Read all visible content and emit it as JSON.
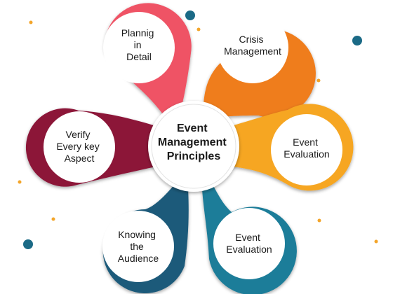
{
  "center": {
    "lines": [
      "Event",
      "Management",
      "Principles"
    ]
  },
  "petals": [
    {
      "id": "planning",
      "color": "#ef5365",
      "lines": [
        "Plannig",
        "in",
        "Detail"
      ]
    },
    {
      "id": "crisis",
      "color": "#ef7d1e",
      "lines": [
        "Crisis",
        "Management"
      ]
    },
    {
      "id": "evaluation-right",
      "color": "#f6a623",
      "lines": [
        "Event",
        "Evaluation"
      ]
    },
    {
      "id": "evaluation-bottom",
      "color": "#1f7d99",
      "lines": [
        "Event",
        "Evaluation"
      ]
    },
    {
      "id": "audience",
      "color": "#1a5a7a",
      "lines": [
        "Knowing",
        "the",
        "Audience"
      ]
    },
    {
      "id": "verify",
      "color": "#8c1239",
      "lines": [
        "Verify",
        "Every key",
        "Aspect"
      ]
    }
  ],
  "decor_colors": {
    "teal_dot": "#1b6a86",
    "gold_dot": "#f3a52a"
  }
}
